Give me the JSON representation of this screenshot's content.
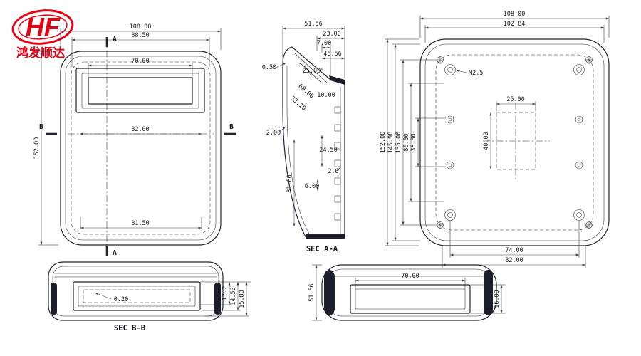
{
  "logo": {
    "brand": "HF",
    "company": "鸿发顺达"
  },
  "front": {
    "dim_108": "108.00",
    "dim_885": "88.50",
    "dim_70": "70.00",
    "dim_82": "82.00",
    "dim_815": "81.50",
    "dim_152": "152.00",
    "marker_a": "A",
    "marker_b": "B"
  },
  "section": {
    "label": "SEC A-A",
    "dim_5156": "51.56",
    "dim_23": "23.00",
    "dim_7": "7.00",
    "dim_4656": "46.56",
    "dim_050": "0.50",
    "angle": "25.00°",
    "dim_60": "60.00",
    "dim_3310": "33.10",
    "dim_10": "10.00",
    "dim_2": "2.00",
    "dim_245": "24.50",
    "dim_20": "2.0",
    "dim_6": "6.00",
    "dim_81": "81.00"
  },
  "back": {
    "dim_108": "108.00",
    "dim_10284": "102.84",
    "screw": "M2.5",
    "dim_25": "25.00",
    "dim_40": "40.00",
    "dim_152": "152.00",
    "dim_14598": "145.98",
    "dim_135": "135.00",
    "dim_86": "86.00",
    "dim_38": "38.00",
    "dim_74": "74.00",
    "dim_82": "82.00"
  },
  "secbb": {
    "label": "SEC B-B",
    "dim_020": "0.20",
    "dim_172": "17.2",
    "dim_1450": "14.50",
    "dim_1580": "15.80"
  },
  "side": {
    "dim_5156": "51.56",
    "dim_70": "70.00",
    "dim_16": "16.00"
  }
}
